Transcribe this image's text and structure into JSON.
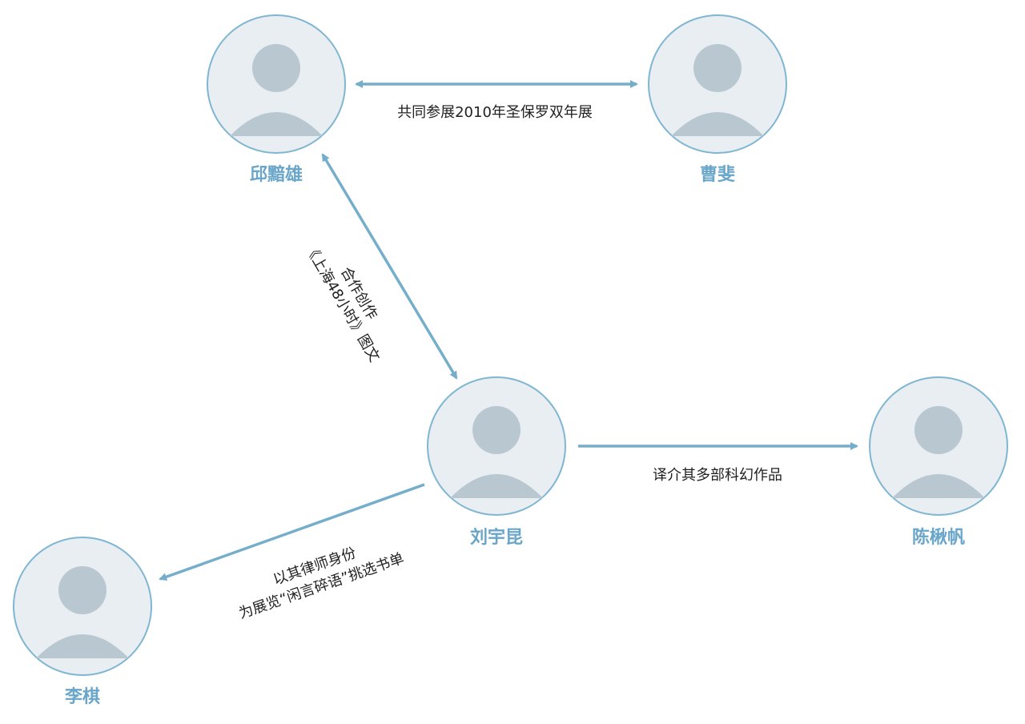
{
  "colors": {
    "accent": "#75aecb",
    "name_text": "#6aa6c9",
    "edge_text": "#1f1f1f"
  },
  "nodes": {
    "qiu": {
      "name": "邱黯雄"
    },
    "cao": {
      "name": "曹斐"
    },
    "liu": {
      "name": "刘宇昆"
    },
    "chen": {
      "name": "陈楸帆"
    },
    "li": {
      "name": "李棋"
    }
  },
  "edges": {
    "qiu_cao": {
      "label": "共同参展2010年圣保罗双年展"
    },
    "qiu_liu": {
      "line1": "合作创作",
      "line2": "《上海48小时》图文"
    },
    "liu_chen": {
      "label": "译介其多部科幻作品"
    },
    "liu_li": {
      "line1": "以其律师身份",
      "line2": "为展览“闲言碎语”挑选书单"
    }
  }
}
